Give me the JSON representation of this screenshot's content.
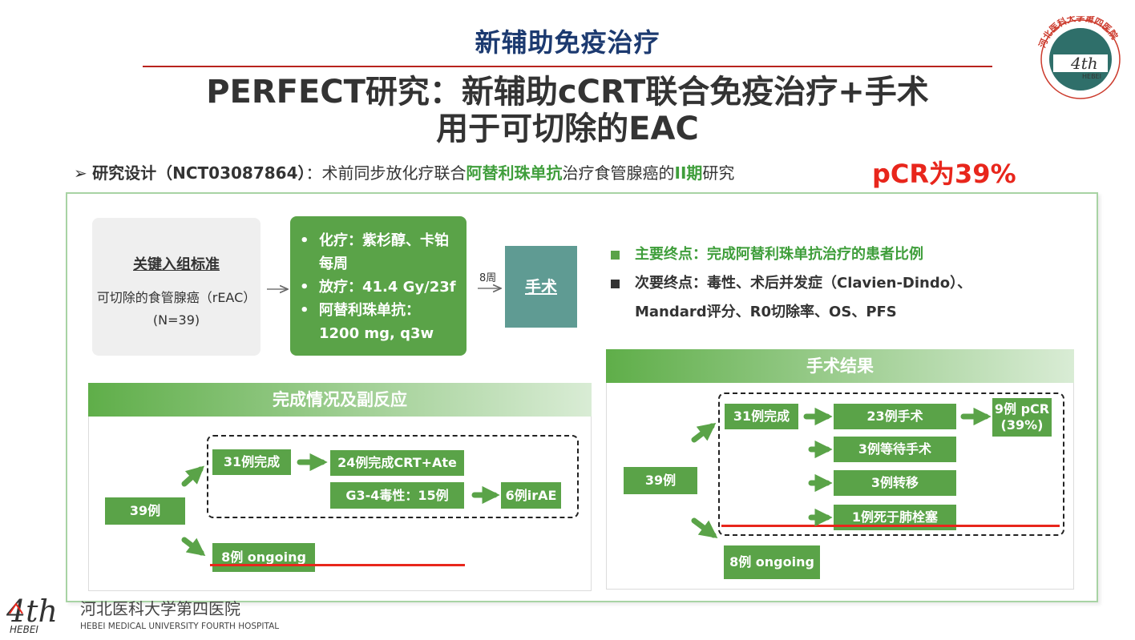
{
  "header": {
    "section_title": "新辅助免疫治疗",
    "title_line1": "PERFECT研究：新辅助cCRT联合免疫治疗+手术",
    "title_line2": "用于可切除的EAC"
  },
  "design": {
    "bullet": "➢",
    "label": "研究设计（NCT03087864）",
    "sep": "：",
    "text_a": "术前同步放化疗联合",
    "drug": "阿替利珠单抗",
    "text_b": "治疗食管腺癌的",
    "phase": "II期",
    "text_c": "研究"
  },
  "pcr_headline": "pCR为39%",
  "criteria": {
    "title": "关键入组标准",
    "desc": "可切除的食管腺癌（rEAC）",
    "n": "(N=39)"
  },
  "treatment": {
    "items": [
      "化疗：紫杉醇、卡铂每周",
      "放疗：41.4 Gy/23f",
      "阿替利珠单抗：1200 mg, q3w"
    ]
  },
  "weeks_label": "8周",
  "surgery_label": "手术",
  "endpoints": {
    "primary": "主要终点：完成阿替利珠单抗治疗的患者比例",
    "secondary_1": "次要终点：毒性、术后并发症（Clavien-Dindo）、",
    "secondary_2": "Mandard评分、R0切除率、OS、PFS"
  },
  "completion": {
    "band": "完成情况及副反应",
    "total": "39例",
    "completed": "31例完成",
    "crt_ate": "24例完成CRT+Ate",
    "toxicity": "G3-4毒性：15例",
    "irae": "6例irAE",
    "ongoing": "8例 ongoing"
  },
  "surgery_results": {
    "band": "手术结果",
    "total": "39例",
    "completed": "31例完成",
    "operated": "23例手术",
    "pcr_line1": "9例 pCR",
    "pcr_line2": "(39%)",
    "waiting": "3例等待手术",
    "metastasis": "3例转移",
    "death": "1例死于肺栓塞",
    "ongoing": "8例 ongoing"
  },
  "colors": {
    "title_blue": "#1c3a70",
    "accent_red": "#e8261c",
    "box_green": "#5aa348",
    "surgery_teal": "#5f9b93"
  },
  "logos": {
    "seal_text": "河北医科大学第四医院",
    "seal_mark": "4th",
    "seal_sub": "HEBEI",
    "footer_mark": "4th",
    "footer_sub": "HEBEI",
    "footer_cn": "河北医科大学第四医院",
    "footer_en": "HEBEI MEDICAL UNIVERSITY FOURTH HOSPITAL"
  }
}
